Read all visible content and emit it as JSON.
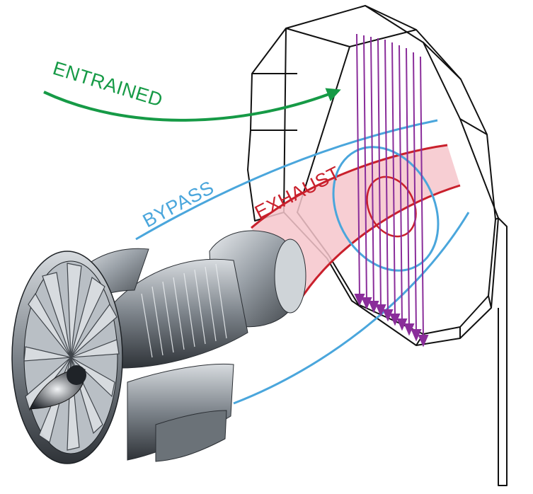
{
  "labels": {
    "entrained": "ENTRAINED",
    "bypass": "BYPASS",
    "exhaust": "EXHAUST"
  },
  "colors": {
    "entrained": "#169a46",
    "bypass": "#4aa6dc",
    "exhaust": "#c9202c",
    "exhaust_fill": "#f6c6cb",
    "laser_sheet": "#8a2d9a",
    "screen_outline": "#111111",
    "engine_metal": "#8e959c"
  },
  "icons": {
    "engine": "turbofan-engine-cutaway",
    "screen": "octagonal-measurement-frame",
    "laser": "laser-sheet-arrows"
  }
}
